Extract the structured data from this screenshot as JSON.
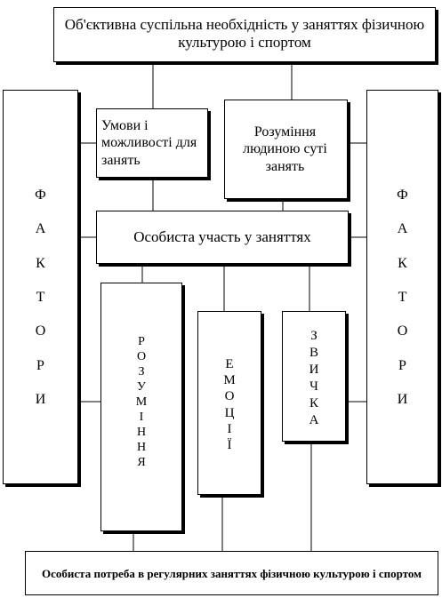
{
  "top_box": {
    "text": "Об'єктивна суспільна необхідність у заняттях фізичною культурою і спортом"
  },
  "conditions_box": {
    "text": "Умови і можливості для занять"
  },
  "understanding_box": {
    "text": "Розуміння людиною суті занять"
  },
  "participation_box": {
    "text": "Особиста участь у заняттях"
  },
  "left_factors": {
    "letters": [
      "Ф",
      "А",
      "К",
      "Т",
      "О",
      "Р",
      "И"
    ]
  },
  "right_factors": {
    "letters": [
      "Ф",
      "А",
      "К",
      "Т",
      "О",
      "Р",
      "И"
    ]
  },
  "understanding_vertical": {
    "letters": [
      "Р",
      "О",
      "З",
      "У",
      "М",
      "І",
      "Н",
      "Н",
      "Я"
    ]
  },
  "emotions_vertical": {
    "letters": [
      "Е",
      "М",
      "О",
      "Ц",
      "І",
      "Ї"
    ]
  },
  "habit_vertical": {
    "letters": [
      "З",
      "В",
      "И",
      "Ч",
      "К",
      "А"
    ]
  },
  "bottom_box": {
    "text": "Особиста потреба в регулярних заняттях фізичною культурою і спортом"
  }
}
